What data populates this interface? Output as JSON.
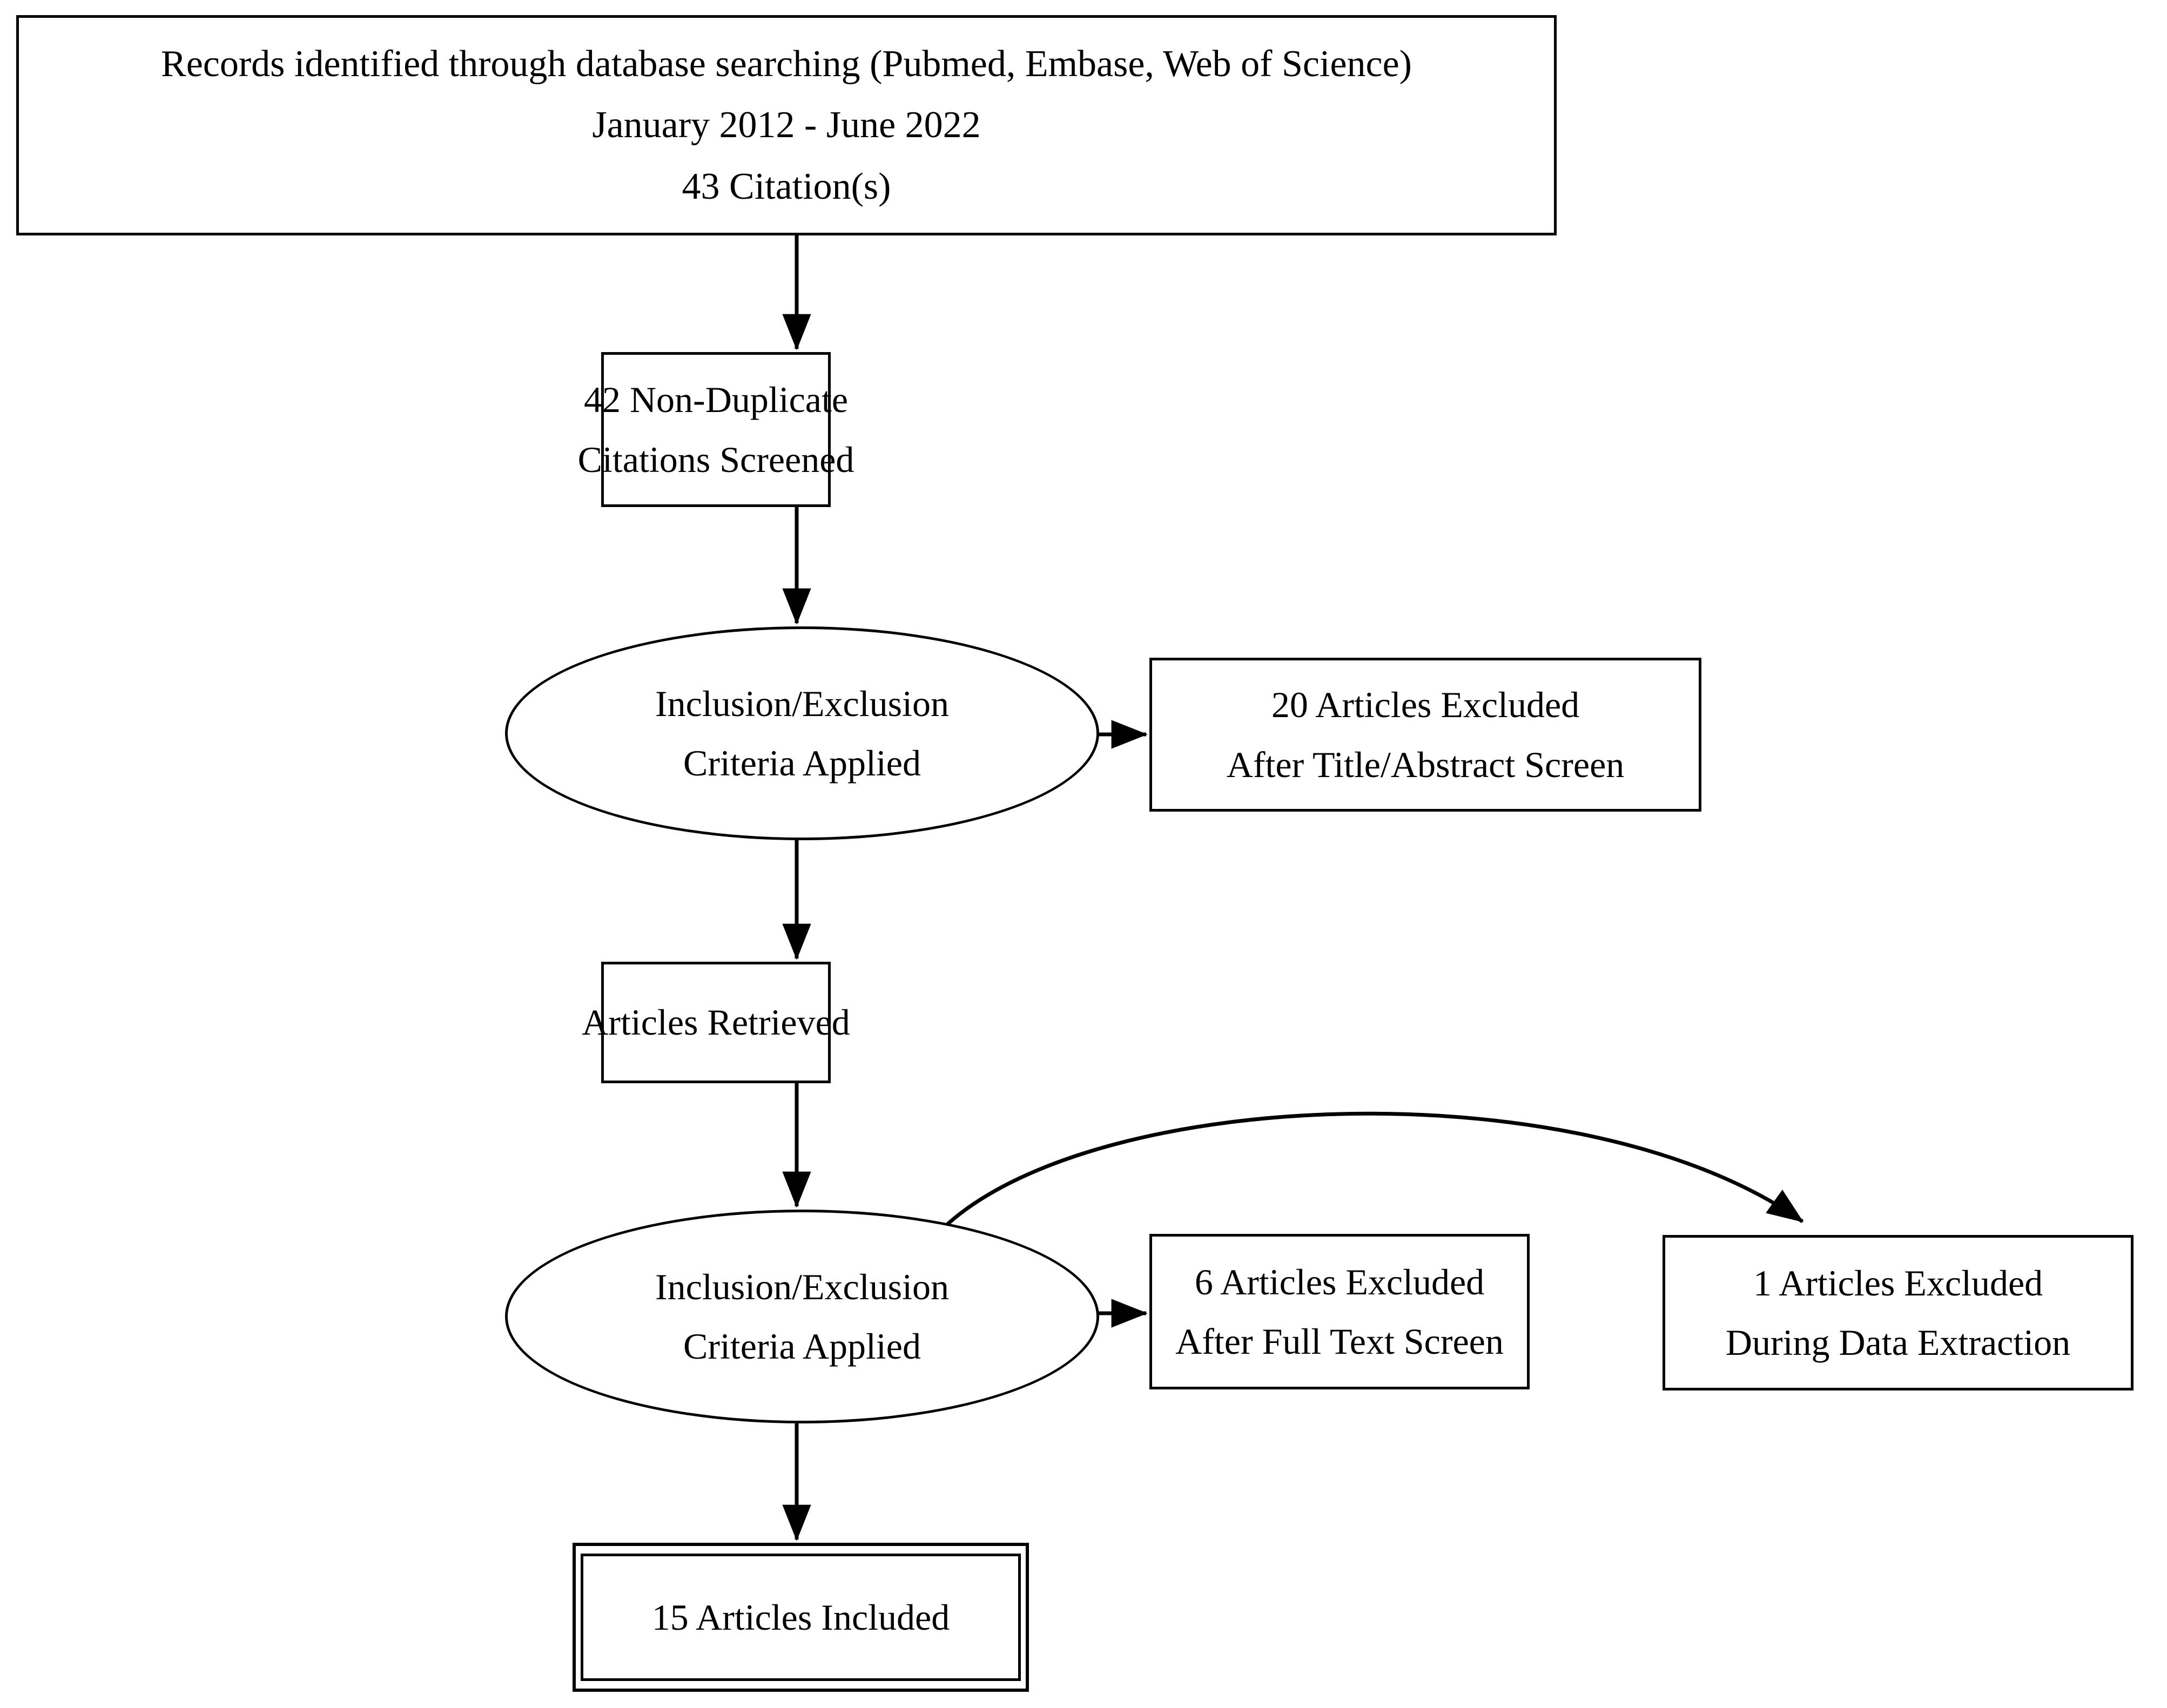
{
  "diagram": {
    "type": "prisma-flow-diagram",
    "title_present": false,
    "colors": {
      "stroke": "#000000",
      "fill": "#ffffff",
      "text": "#000000"
    },
    "nodes": [
      {
        "id": "records",
        "shape": "rectangle",
        "lines": [
          "Records identified through database searching (Pubmed, Embase, Web of Science)",
          "January 2012 - June 2022",
          "43 Citation(s)"
        ]
      },
      {
        "id": "non_duplicate",
        "shape": "rectangle",
        "lines": [
          "42 Non-Duplicate",
          "Citations Screened"
        ]
      },
      {
        "id": "criteria_1",
        "shape": "ellipse",
        "lines": [
          "Inclusion/Exclusion",
          "Criteria Applied"
        ]
      },
      {
        "id": "excluded_title_abstract",
        "shape": "rectangle",
        "lines": [
          "20 Articles Excluded",
          "After Title/Abstract Screen"
        ]
      },
      {
        "id": "articles_retrieved",
        "shape": "rectangle",
        "lines": [
          "Articles Retrieved"
        ]
      },
      {
        "id": "criteria_2",
        "shape": "ellipse",
        "lines": [
          "Inclusion/Exclusion",
          "Criteria Applied"
        ]
      },
      {
        "id": "excluded_full_text",
        "shape": "rectangle",
        "lines": [
          "6 Articles Excluded",
          "After Full Text Screen"
        ]
      },
      {
        "id": "excluded_data_extraction",
        "shape": "rectangle",
        "lines": [
          "1 Articles Excluded",
          "During Data Extraction"
        ]
      },
      {
        "id": "articles_included",
        "shape": "double-rectangle",
        "lines": [
          "15 Articles Included"
        ]
      }
    ],
    "edges": [
      {
        "from": "records",
        "to": "non_duplicate",
        "style": "straight-down"
      },
      {
        "from": "non_duplicate",
        "to": "criteria_1",
        "style": "straight-down"
      },
      {
        "from": "criteria_1",
        "to": "excluded_title_abstract",
        "style": "straight-right"
      },
      {
        "from": "criteria_1",
        "to": "articles_retrieved",
        "style": "straight-down"
      },
      {
        "from": "articles_retrieved",
        "to": "criteria_2",
        "style": "straight-down"
      },
      {
        "from": "criteria_2",
        "to": "excluded_full_text",
        "style": "straight-right"
      },
      {
        "from": "criteria_2",
        "to": "excluded_data_extraction",
        "style": "curved-arc-right"
      },
      {
        "from": "criteria_2",
        "to": "articles_included",
        "style": "straight-down"
      }
    ]
  },
  "records": {
    "line1": "Records identified through database searching (Pubmed, Embase, Web of Science)",
    "line2": "January 2012 - June 2022",
    "line3": "43 Citation(s)"
  },
  "non_duplicate": {
    "line1": "42 Non-Duplicate",
    "line2": "Citations Screened"
  },
  "criteria_1": {
    "line1": "Inclusion/Exclusion",
    "line2": "Criteria Applied"
  },
  "excluded_title_abstract": {
    "line1": "20 Articles Excluded",
    "line2": "After Title/Abstract Screen"
  },
  "articles_retrieved": {
    "line1": "Articles Retrieved"
  },
  "criteria_2": {
    "line1": "Inclusion/Exclusion",
    "line2": "Criteria Applied"
  },
  "excluded_full_text": {
    "line1": "6 Articles Excluded",
    "line2": "After Full Text Screen"
  },
  "excluded_data_extraction": {
    "line1": "1 Articles Excluded",
    "line2": "During Data Extraction"
  },
  "articles_included": {
    "line1": "15 Articles Included"
  }
}
